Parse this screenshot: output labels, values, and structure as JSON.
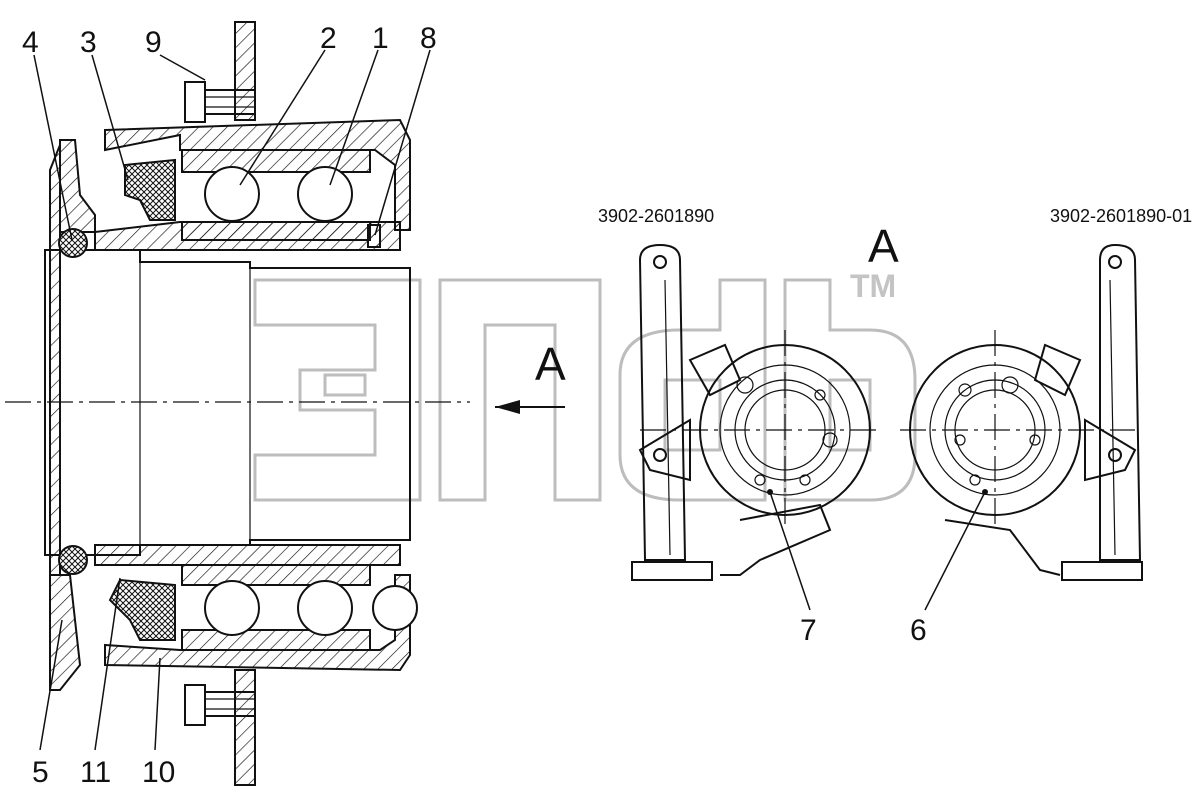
{
  "callouts": {
    "c1": "1",
    "c2": "2",
    "c3": "3",
    "c4": "4",
    "c5": "5",
    "c6": "6",
    "c7": "7",
    "c8": "8",
    "c9": "9",
    "c10": "10",
    "c11": "11"
  },
  "views": {
    "left_part_number": "3902-2601890",
    "right_part_number": "3902-2601890-01",
    "view_label": "A",
    "section_arrow_label": "A"
  },
  "watermark": {
    "trademark": "TM"
  }
}
